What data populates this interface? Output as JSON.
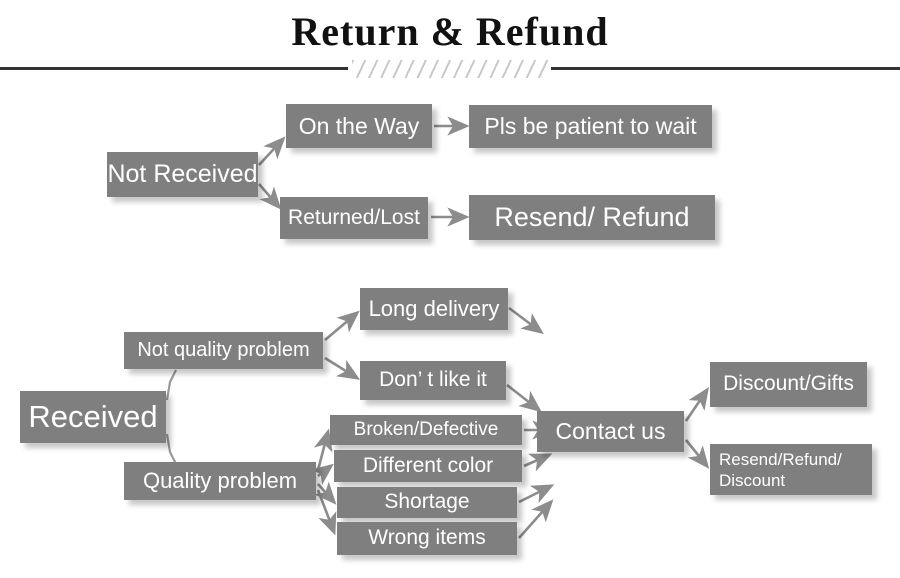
{
  "header": {
    "title": "Return & Refund",
    "divider_left": "horizontal-rule",
    "divider_hatch": "diagonal-hatch-ornament",
    "divider_right": "horizontal-rule"
  },
  "colors": {
    "node_fill": "#7f7f7f",
    "node_text": "#ffffff",
    "arrow": "#8c8c8c",
    "connector_line": "#9a9a9a",
    "rule": "#333333",
    "hatch": "#c9c9c9",
    "page_background": "#ffffff"
  },
  "flow": {
    "branches": [
      {
        "id": "not-received",
        "root": "Not Received",
        "children": [
          {
            "label": "On the Way",
            "result": "Pls be patient to wait"
          },
          {
            "label": "Returned/Lost",
            "result": "Resend/ Refund"
          }
        ]
      },
      {
        "id": "received",
        "root": "Received",
        "children": [
          {
            "label": "Not quality problem",
            "items": [
              "Long delivery",
              "Don’  t like it"
            ]
          },
          {
            "label": "Quality problem",
            "items": [
              "Broken/Defective",
              "Different color",
              "Shortage",
              "Wrong items"
            ]
          }
        ],
        "hub": "Contact us",
        "outcomes": [
          "Discount/Gifts",
          "Resend/Refund/\nDiscount"
        ]
      }
    ]
  },
  "nodes": {
    "not_received": "Not Received",
    "on_the_way": "On the Way",
    "returned_lost": "Returned/Lost",
    "pls_be_patient": "Pls be patient to wait",
    "resend_refund": "Resend/ Refund",
    "received": "Received",
    "not_quality_problem": "Not quality problem",
    "quality_problem": "Quality problem",
    "long_delivery": "Long delivery",
    "dont_like_it": "Don’  t like it",
    "broken_defective": "Broken/Defective",
    "different_color": "Different color",
    "shortage": "Shortage",
    "wrong_items": "Wrong items",
    "contact_us": "Contact us",
    "discount_gifts": "Discount/Gifts",
    "resend_refund_discount_line1": "Resend/Refund/",
    "resend_refund_discount_line2": "Discount"
  }
}
